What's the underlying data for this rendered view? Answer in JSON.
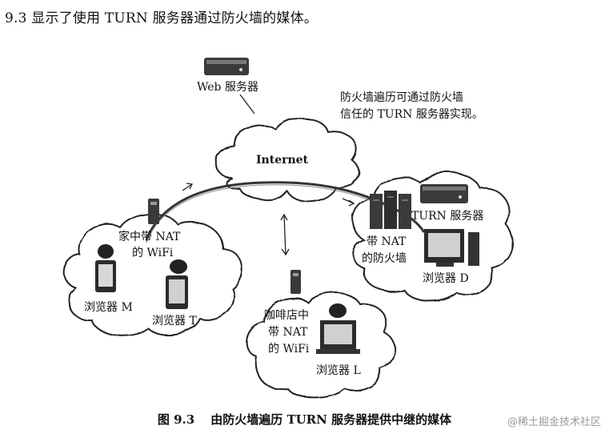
{
  "intro_text": "9.3 显示了使用 TURN 服务器通过防火墙的媒体。",
  "figure": {
    "web_server_label": "Web 服务器",
    "internet_label": "Internet",
    "annotation_line1": "防火墙遍历可通过防火墙",
    "annotation_line2": "信任的 TURN 服务器实现。",
    "home_nat_line1": "家中带 NAT",
    "home_nat_line2": "的 WiFi",
    "browser_m": "浏览器 M",
    "browser_t": "浏览器 T",
    "cafe_line1": "咖啡店中",
    "cafe_line2": "带 NAT",
    "cafe_line3": "的 WiFi",
    "browser_l": "浏览器 L",
    "turn_server_label": "TURN 服务器",
    "firewall_line1": "带 NAT",
    "firewall_line2": "的防火墙",
    "browser_d": "浏览器 D"
  },
  "caption": {
    "number": "图 9.3",
    "text": "由防火墙遍历 TURN 服务器提供中继的媒体"
  },
  "watermark": "@稀土掘金技术社区"
}
